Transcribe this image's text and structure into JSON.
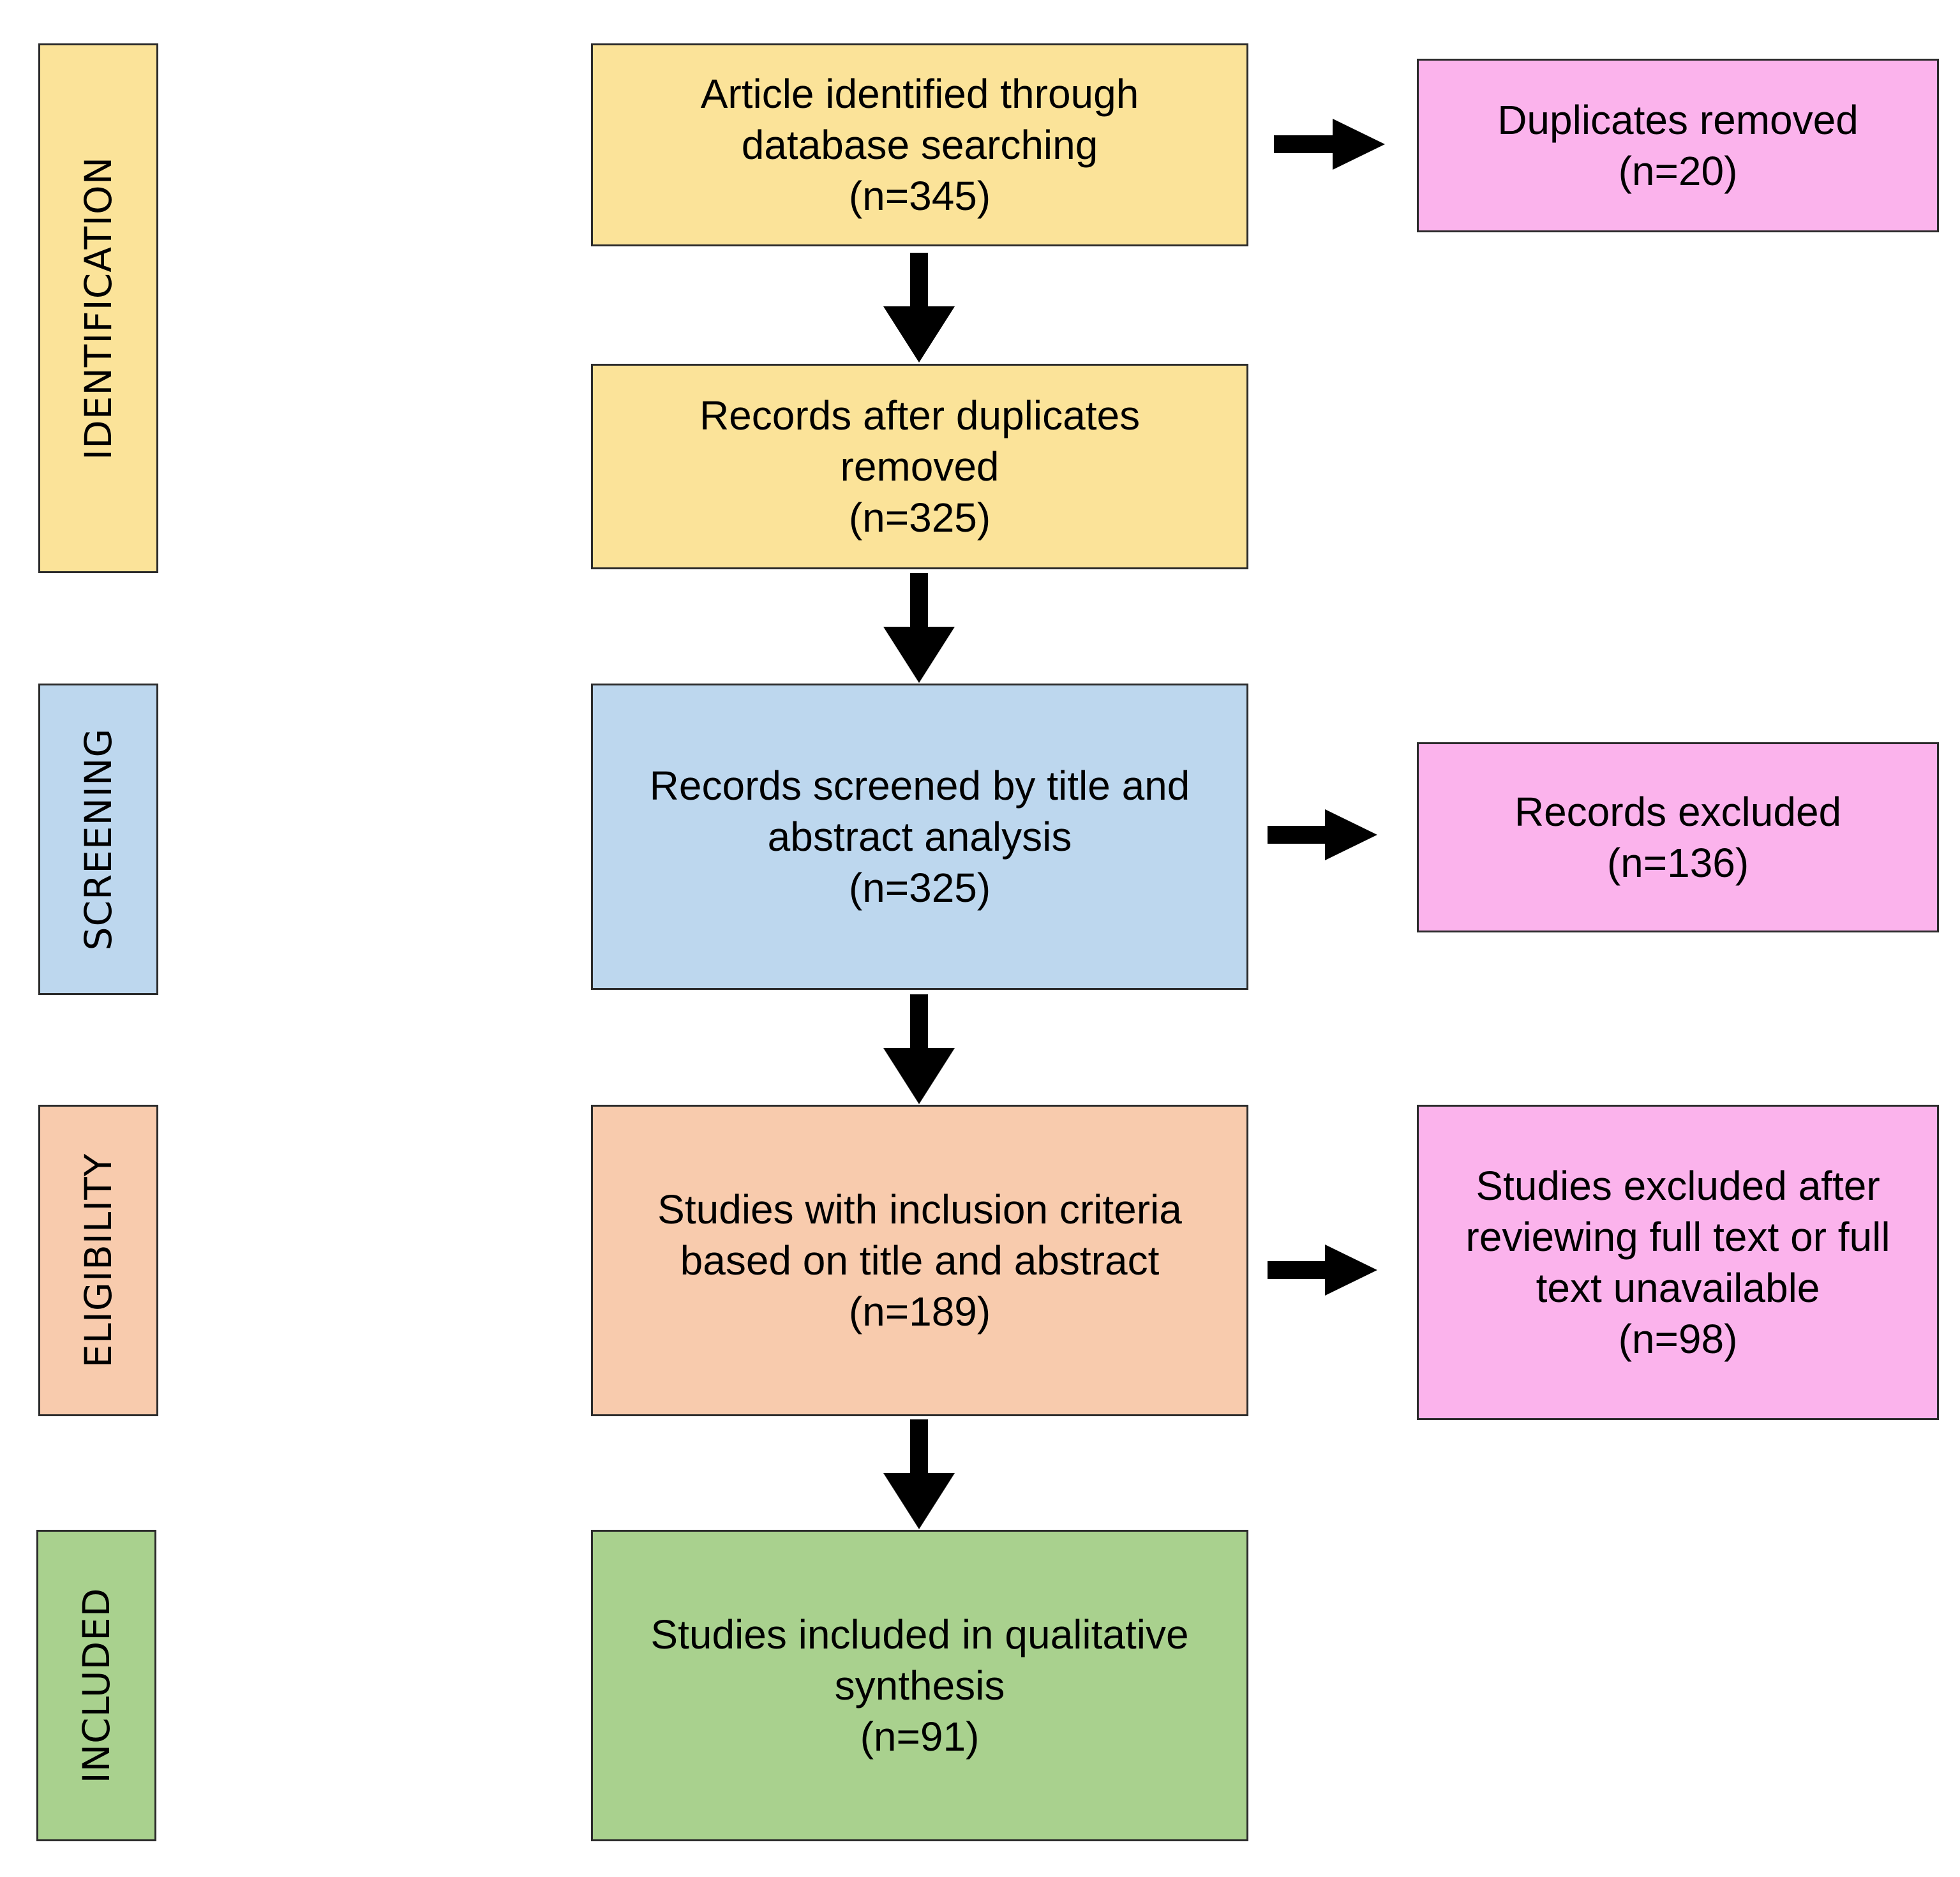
{
  "colors": {
    "identification": "#fbe399",
    "screening": "#bdd7ee",
    "eligibility": "#f8cbad",
    "included": "#a9d18e",
    "excluded": "#fbb3ec",
    "arrow": "#000000",
    "border": "#2b2b2b"
  },
  "phases": {
    "identification": "IDENTIFICATION",
    "screening": "SCREENING",
    "eligibility": "ELIGIBILITY",
    "included": "INCLUDED"
  },
  "boxes": {
    "identified": "Article identified through\ndatabase searching\n(n=345)",
    "after_duplicates": "Records after duplicates\nremoved\n(n=325)",
    "screened": "Records screened by title and\nabstract analysis\n(n=325)",
    "eligible": "Studies with inclusion criteria\nbased on title and abstract\n(n=189)",
    "included": "Studies included in qualitative\nsynthesis\n(n=91)",
    "duplicates_removed": "Duplicates removed\n(n=20)",
    "records_excluded": "Records excluded\n(n=136)",
    "fulltext_excluded": "Studies excluded after\nreviewing full text or full\ntext unavailable\n(n=98)"
  },
  "arrow_icon": "arrow-icon"
}
